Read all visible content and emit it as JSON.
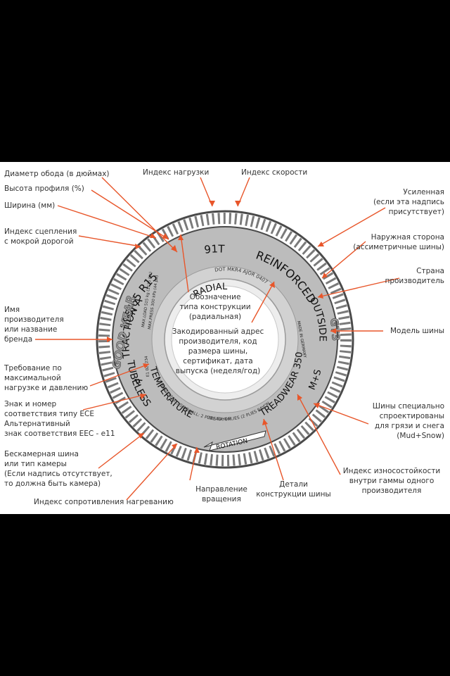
{
  "tire_text": {
    "size": "195/65 R15",
    "load_speed": "91T",
    "radial": "RADIAL",
    "reinforced": "REINFORCED",
    "outside": "OUTSIDE",
    "traction": "TRACTION A",
    "brand": "GOOD YEAR",
    "model": "GT3",
    "made_in": "MADE IN GERMANY",
    "treadwear": "TREADWEAR 350",
    "mud_snow": "M+S",
    "temperature": "TEMPERATURE",
    "grade_a": "A",
    "tubeless": "TUBELESS",
    "rotation": "ROTATION",
    "dot": "DOT MKR4 AJOR 0407",
    "max_load": "MAX.LOAD 515 kg (1135 lbs)",
    "max_press": "MAX.PRESS 300 kPa (44 psi)",
    "ece": "E1 021234",
    "plies_tread": "TREAD: 4 PLIES (2 PLIES RAYON",
    "plies_side": "+2 PLIES STEEL) SIDEWALL: 2 PLIES RAYON"
  },
  "labels": {
    "rim_diameter": "Диаметр обода (в дюймах)",
    "load_index": "Индекс нагрузки",
    "speed_index": "Индекс скорости",
    "aspect_ratio": "Высота профиля (%)",
    "width": "Ширина (мм)",
    "reinforced": [
      "Усиленная",
      "(если эта надпись",
      "присутствует)"
    ],
    "wet_grip": [
      "Индекс сцепления",
      "с мокрой дорогой"
    ],
    "outside": [
      "Наружная сторона",
      "(ассиметричные шины)"
    ],
    "country": [
      "Страна",
      "производитель"
    ],
    "construction_type": [
      "Обозначение",
      "типа конструкции",
      "(радиальная)"
    ],
    "manufacturer": [
      "Имя",
      "производителя",
      "или название",
      "бренда"
    ],
    "model": "Модель шины",
    "encoded_address": [
      "Закодированный адрес",
      "производителя, код",
      "размера шины,",
      "сертификат, дата",
      "выпуска (неделя/год)"
    ],
    "max_load": [
      "Требование по",
      "максимальной",
      "нагрузке и давлению"
    ],
    "ece": [
      "Знак и номер",
      "соответствия типу ECE",
      "Альтернативный",
      "знак соответствия EEC - e11"
    ],
    "mud_snow": [
      "Шины специально",
      "спроектированы",
      "для грязи и снега",
      "(Mud+Snow)"
    ],
    "tubeless": [
      "Бескамерная шина",
      "или тип камеры",
      "(Если надпись отсутствует,",
      "то должна быть камера)"
    ],
    "treadwear": [
      "Индекс износостойкости",
      "внутри гаммы одного",
      "производителя"
    ],
    "temperature": "Индекс сопротивления нагреванию",
    "rotation": [
      "Направление",
      "вращения"
    ],
    "construction_details": [
      "Детали",
      "конструкции шины"
    ]
  },
  "colors": {
    "arrow": "#e8562a",
    "tire": "#bcbcbc",
    "tire_dark": "#4a4a4a",
    "text": "#333333"
  }
}
